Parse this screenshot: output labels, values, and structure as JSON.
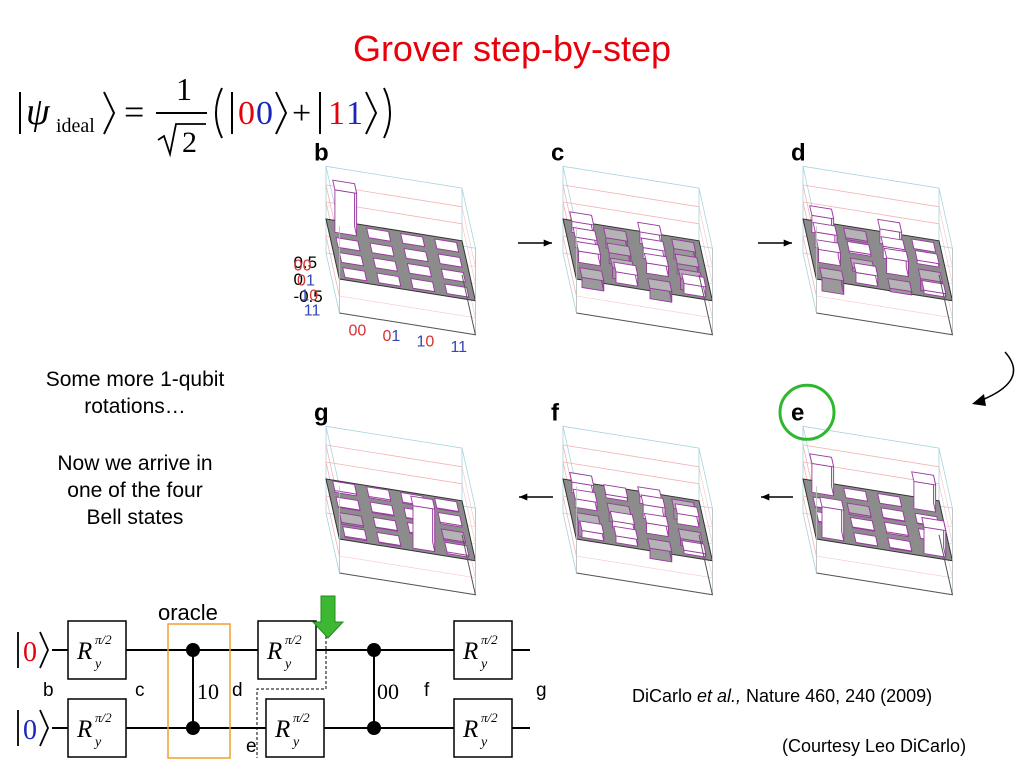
{
  "title": "Grover step-by-step",
  "formula": {
    "psi": "ψ",
    "subscript": "ideal",
    "equals": "=",
    "numerator": "1",
    "denominator": "2",
    "ket_a_digit1": "0",
    "ket_a_digit2": "0",
    "plus": "+",
    "ket_b_digit1": "1",
    "ket_b_digit2": "1"
  },
  "note1_lines": [
    "Some more 1-qubit",
    "rotations…"
  ],
  "note2_lines": [
    "Now we arrive in",
    "one of the four",
    "Bell states"
  ],
  "reference": {
    "authors": "DiCarlo ",
    "etal": "et al.,",
    "journal": " Nature 460, 240 (2009)"
  },
  "courtesy": "(Courtesy Leo DiCarlo)",
  "circuit": {
    "oracle_label": "oracle",
    "input_state": "0",
    "gate_main": "R",
    "gate_sub": "y",
    "gate_sup": "π/2",
    "oracle_value": "10",
    "second_cz_value": "00",
    "step_labels": {
      "b": "b",
      "c": "c",
      "d": "d",
      "e": "e",
      "f": "f",
      "g": "g"
    }
  },
  "plots": [
    {
      "id": "b",
      "label": "b"
    },
    {
      "id": "c",
      "label": "c"
    },
    {
      "id": "d",
      "label": "d"
    },
    {
      "id": "e",
      "label": "e",
      "highlighted": true
    },
    {
      "id": "f",
      "label": "f"
    },
    {
      "id": "g",
      "label": "g"
    }
  ],
  "z_ticks": [
    "0.5",
    "0",
    "-0.5"
  ],
  "row_ticks": [
    "00",
    "01",
    "10",
    "11"
  ],
  "col_ticks": [
    "00",
    "01",
    "10",
    "11"
  ],
  "colors": {
    "title": "#e8000b",
    "digit_zero": "#e8000b",
    "digit_one": "#1a26b8",
    "oracle_box": "#f0a030",
    "highlight_circle": "#2eb82e",
    "marker_arrow": "#3cb832",
    "bar_edge": "#9a3aa0",
    "floor": "#8c8c8c"
  }
}
